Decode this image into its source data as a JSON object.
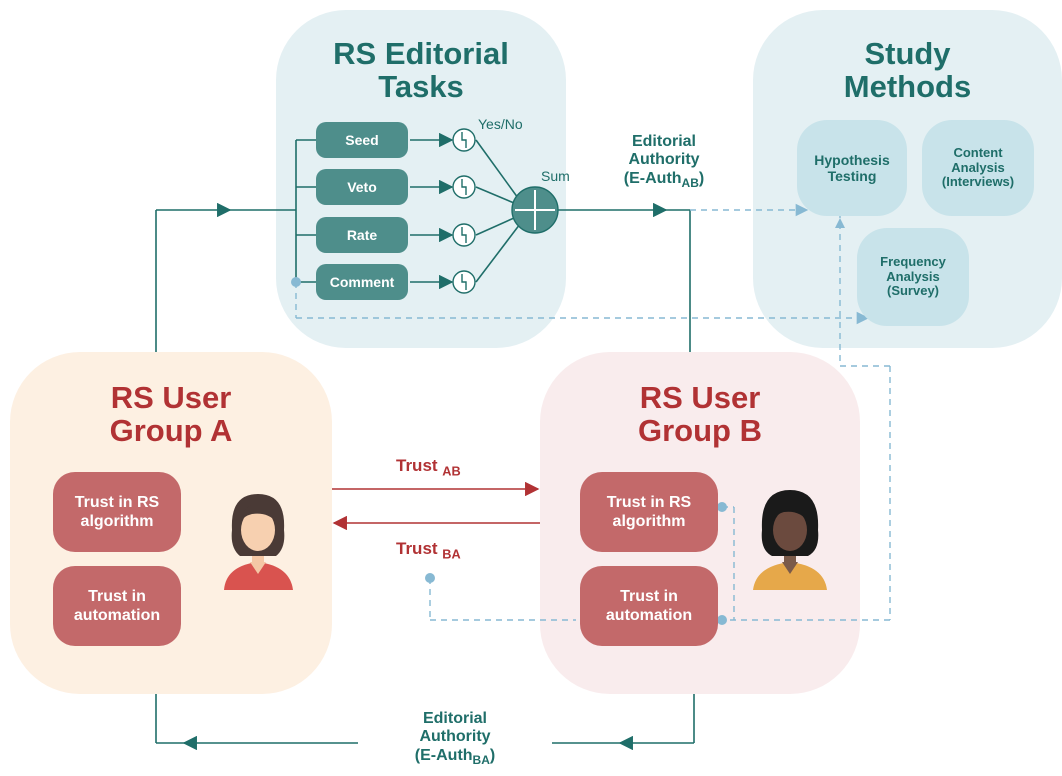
{
  "editorial_tasks": {
    "title_line1": "RS Editorial",
    "title_line2": "Tasks",
    "tasks": [
      "Seed",
      "Veto",
      "Rate",
      "Comment"
    ],
    "yes_no_label": "Yes/No",
    "sum_label": "Sum"
  },
  "study_methods": {
    "title_line1": "Study",
    "title_line2": "Methods",
    "hypothesis": [
      "Hypothesis",
      "Testing"
    ],
    "content": [
      "Content",
      "Analysis",
      "(Interviews)"
    ],
    "frequency": [
      "Frequency",
      "Analysis",
      "(Survey)"
    ]
  },
  "editorial_authority_ab": {
    "line1": "Editorial",
    "line2": "Authority",
    "line3_open": "(E-Auth",
    "line3_sub": "AB",
    "line3_close": ")"
  },
  "editorial_authority_ba": {
    "line1": "Editorial",
    "line2": "Authority",
    "line3_open": "(E-Auth",
    "line3_sub": "BA",
    "line3_close": ")"
  },
  "group_a": {
    "title_line1": "RS User",
    "title_line2": "Group A",
    "trust_algorithm": "Trust in RS algorithm",
    "trust_automation": "Trust in automation"
  },
  "group_b": {
    "title_line1": "RS User",
    "title_line2": "Group B",
    "trust_algorithm": "Trust in RS algorithm",
    "trust_automation": "Trust in automation"
  },
  "trust_ab": {
    "main": "Trust",
    "sub": "AB"
  },
  "trust_ba": {
    "main": "Trust",
    "sub": "BA"
  },
  "colors": {
    "teal": "#1f6e69",
    "teal_pill": "#4e8e8b",
    "red": "#b13234",
    "red_box": "#c3696a",
    "blue_panel": "#e4f0f3",
    "peach_panel": "#fdf0e2",
    "pink_panel": "#f9eced",
    "dashed_blue": "#87b9d3"
  }
}
